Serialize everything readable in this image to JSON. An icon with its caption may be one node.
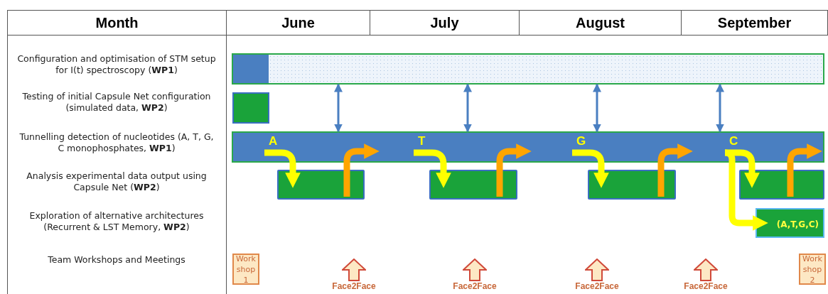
{
  "diagram": {
    "nodes": [
      {
        "text": [],
        "shape": "bar"
      },
      {
        "text": [],
        "shape": "bar"
      },
      {
        "text": [],
        "shape": "bar"
      },
      {
        "text": [],
        "shape": "box"
      },
      {
        "text": [],
        "shape": "box"
      },
      {
        "text": [],
        "shape": "box"
      },
      {
        "text": [],
        "shape": "box"
      },
      {
        "text": [
          "(A,T,G,C)"
        ]
      },
      {
        "text": [
          "Work shop 1"
        ]
      },
      {
        "text": [
          "Face2Face"
        ]
      },
      {
        "text": [
          "Face2Face"
        ]
      },
      {
        "text": [
          "Face2Face"
        ]
      },
      {
        "text": [
          "Face2Face"
        ]
      },
      {
        "text": [
          "Work shop 2"
        ]
      }
    ],
    "edges": [
      {
        "from": 0,
        "to": 2,
        "arrow": "both",
        "color": "#4a7fc1"
      },
      {
        "from": 0,
        "to": 2,
        "arrow": "both",
        "color": "#4a7fc1"
      },
      {
        "from": 0,
        "to": 2,
        "arrow": "both",
        "color": "#4a7fc1"
      },
      {
        "from": 0,
        "to": 2,
        "arrow": "both",
        "color": "#4a7fc1"
      },
      {
        "from": 2,
        "to": 3,
        "arrow": "to",
        "label": "A",
        "color": "#ffff00"
      },
      {
        "from": 3,
        "to": 2,
        "arrow": "to",
        "color": "#ffa500"
      },
      {
        "from": 2,
        "to": 4,
        "arrow": "to",
        "label": "T",
        "color": "#ffff00"
      },
      {
        "from": 4,
        "to": 2,
        "arrow": "to",
        "color": "#ffa500"
      },
      {
        "from": 2,
        "to": 5,
        "arrow": "to",
        "label": "G",
        "color": "#ffff00"
      },
      {
        "from": 5,
        "to": 2,
        "arrow": "to",
        "color": "#ffa500"
      },
      {
        "from": 2,
        "to": 6,
        "arrow": "to",
        "label": "C",
        "color": "#ffff00"
      },
      {
        "from": 2,
        "to": 7,
        "arrow": "to",
        "color": "#ffff00"
      },
      {
        "from": 6,
        "to": 2,
        "arrow": "to",
        "color": "#ffa500"
      }
    ],
    "labels": [
      "Month",
      "June",
      "July",
      "August",
      "September",
      "Configuration and optimisation of STM setup for I(t) spectroscopy (**WP1**)",
      "Testing of initial Capsule Net configuration (simulated data, **WP2**)",
      "Tunnelling detection of nucleotides (A, T, G, C monophosphates, **WP1**)",
      "Analysis experimental data output using Capsule Net (**WP2**)",
      "Exploration of alternative architectures (Recurrent & LST Memory, **WP2**)",
      "Team Workshops and Meetings"
    ]
  }
}
